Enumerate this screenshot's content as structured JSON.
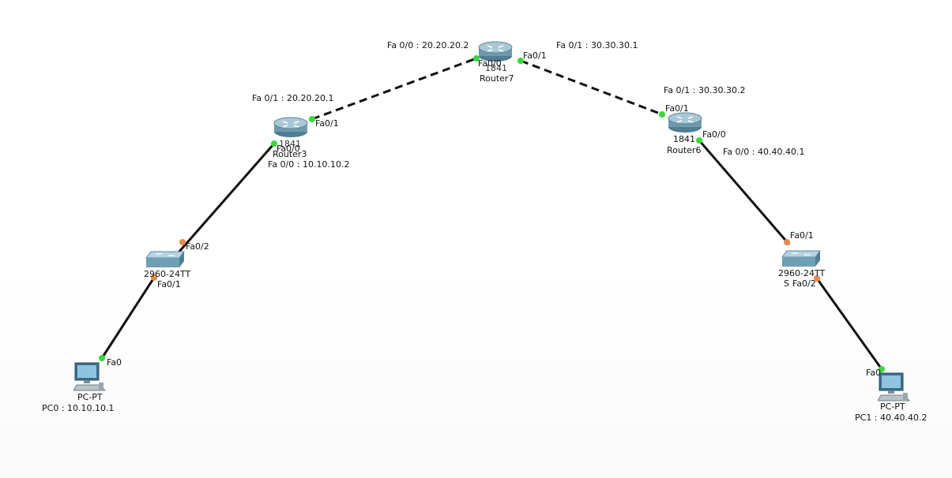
{
  "colors": {
    "link": "#111111",
    "port_up": "#33dd33",
    "port_pending": "#ee8844",
    "router_body": "#7fa4b6",
    "switch_body": "#7aa6b8",
    "pc_screen": "#5c9ec2"
  },
  "devices": {
    "router7": {
      "model": "1841",
      "name": "Router7"
    },
    "router3": {
      "model": "1841",
      "name": "Router3"
    },
    "router6": {
      "model": "1841",
      "name": "Router6"
    },
    "switch_left": {
      "model": "2960-24TT"
    },
    "switch_right": {
      "model": "2960-24TT",
      "name": "S"
    },
    "pc0": {
      "model": "PC-PT",
      "label": "PC0 : 10.10.10.1"
    },
    "pc1": {
      "model": "PC-PT",
      "label": "PC1 : 40.40.40.2"
    }
  },
  "ip_labels": {
    "r7_fa00": "Fa 0/0 : 20.20.20.2",
    "r7_fa01": "Fa 0/1 : 30.30.30.1",
    "r3_fa01": "Fa 0/1 : 20.20.20.1",
    "r3_fa00": "Fa 0/0 : 10.10.10.2",
    "r6_fa01": "Fa 0/1 : 30.30.30.2",
    "r6_fa00": "Fa 0/0 : 40.40.40.1"
  },
  "port_labels": {
    "r7_fa00": "Fa0/0",
    "r7_fa01": "Fa0/1",
    "r3_fa01": "Fa0/1",
    "r3_fa00": "Fa0/0",
    "r6_fa01": "Fa0/1",
    "r6_fa00": "Fa0/0",
    "swl_fa02": "Fa0/2",
    "swl_fa01": "Fa0/1",
    "pc0_fa0": "Fa0",
    "swr_fa01": "Fa0/1",
    "swr_fa02": "Fa0/2",
    "pc1_fa0": "Fa0"
  }
}
